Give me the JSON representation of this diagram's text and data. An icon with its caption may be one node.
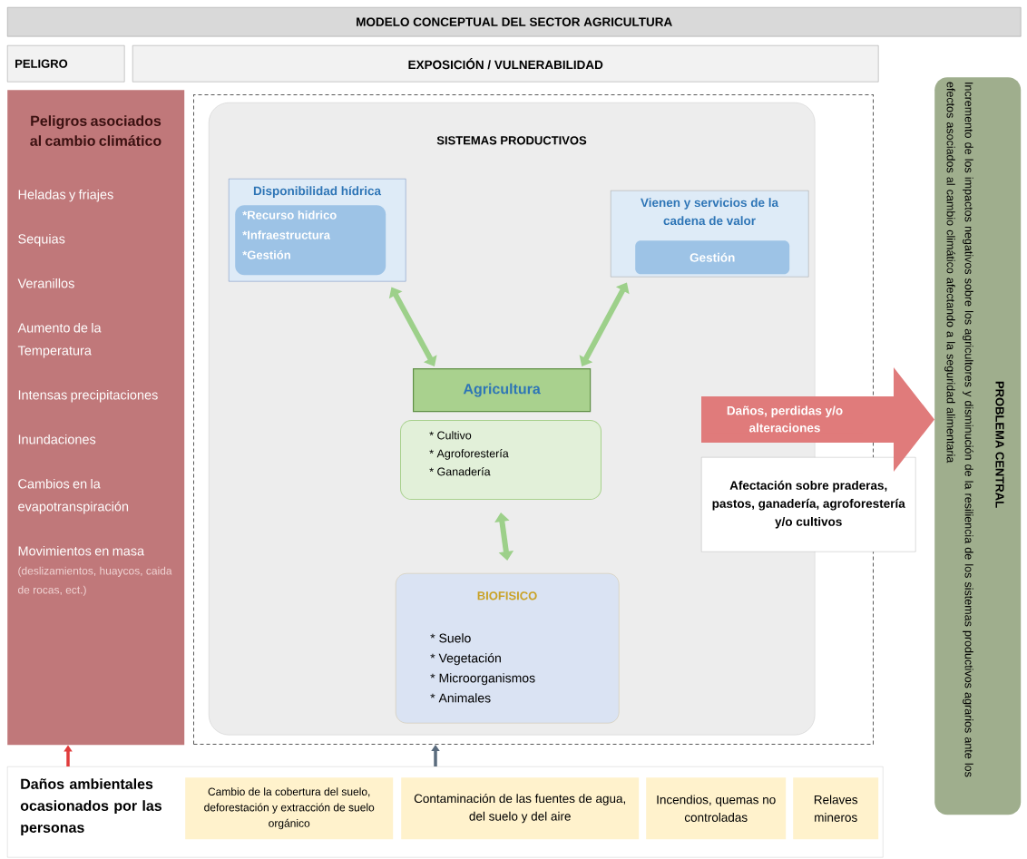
{
  "diagram": {
    "title": "MODELO CONCEPTUAL DEL SECTOR AGRICULTURA",
    "nodes": [
      {
        "text": [
          "PELIGRO"
        ]
      },
      {
        "text": [
          "EXPOSICIÓN / VULNERABILIDAD"
        ]
      },
      {
        "text": [
          "Peligros asociados al cambio climático",
          "Heladas y friajes",
          "Sequias",
          "Veranillos",
          "Aumento de la Temperatura",
          "Intensas precipitaciones",
          "Inundaciones",
          "Cambios en la evapotranspiración",
          "Movimientos en masa",
          "(deslizamientos, huaycos, caida de rocas, ect.)"
        ]
      },
      {
        "text": [],
        "shape": "box"
      },
      {
        "text": [
          "SISTEMAS PRODUCTIVOS"
        ],
        "in": 3
      },
      {
        "text": [
          "Disponibilidad hídrica"
        ],
        "in": 4
      },
      {
        "text": [
          "*Recurso hidrico",
          "*Infraestructura",
          "*Gestión"
        ],
        "in": 5
      },
      {
        "text": [
          "Vienen y servicios de la cadena de valor"
        ],
        "in": 4
      },
      {
        "text": [
          "Gestión"
        ],
        "in": 7
      },
      {
        "text": [
          "Agricultura"
        ],
        "in": 4
      },
      {
        "text": [
          "* Cultivo",
          "* Agroforestería",
          "* Ganadería"
        ],
        "in": 4
      },
      {
        "text": [
          "BIOFISICO",
          "* Suelo",
          "* Vegetación",
          "* Microorganismos",
          "* Animales"
        ],
        "in": 4
      },
      {
        "text": [
          "Afectación sobre praderas, pastos, ganadería, agroforestería y/o cultivos"
        ]
      },
      {
        "text": [
          "PROBLEMA CENTRAL",
          "Incremento de los impactos negativos sobre los agricultores y disminución de la resiliencia de los sistemas productivos agrarios ante los efectos asociados al cambio climático afectando a la seguridad alimentaria"
        ]
      },
      {
        "text": [
          "Daños ambientales ocasionados por las personas"
        ]
      },
      {
        "text": [
          "Cambio de la cobertura del suelo, deforestación y extracción de suelo orgánico"
        ],
        "in": 14
      },
      {
        "text": [
          "Contaminación de las fuentes de agua, del suelo y del aire"
        ],
        "in": 14
      },
      {
        "text": [
          "Incendios, quemas no controladas"
        ],
        "in": 14
      },
      {
        "text": [
          "Relaves mineros"
        ],
        "in": 14
      }
    ],
    "edges": [
      {
        "from": 5,
        "to": 9,
        "arrow": "both"
      },
      {
        "from": 7,
        "to": 9,
        "arrow": "both"
      },
      {
        "from": 10,
        "to": 11,
        "arrow": "both"
      },
      {
        "from": 14,
        "to": 2,
        "arrow": "to",
        "color": "#e03c3c"
      },
      {
        "from": 14,
        "to": 3,
        "arrow": "to",
        "color": "#5a6b7d"
      },
      {
        "from": 3,
        "to": 13,
        "arrow": "to",
        "label": "Daños, perdidas y/o alteraciones",
        "style": "thick",
        "color": "#e07b7b"
      }
    ]
  }
}
